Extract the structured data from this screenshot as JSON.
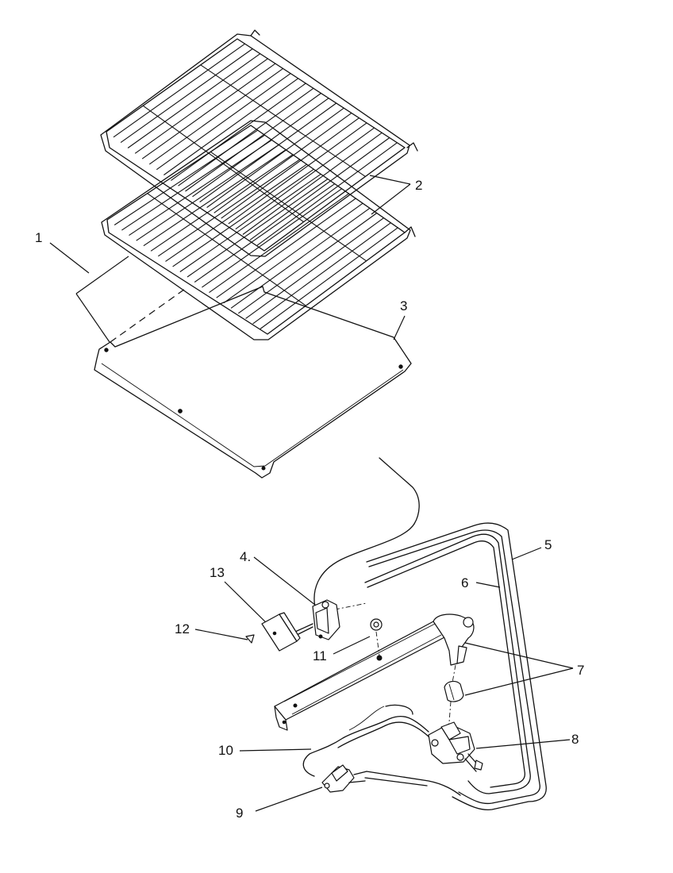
{
  "callouts": {
    "c1": "1",
    "c2": "2",
    "c3": "3",
    "c4": "4.",
    "c5": "5",
    "c6": "6",
    "c7": "7",
    "c8": "8",
    "c9": "9",
    "c10": "10",
    "c11": "11",
    "c12": "12",
    "c13": "13"
  }
}
